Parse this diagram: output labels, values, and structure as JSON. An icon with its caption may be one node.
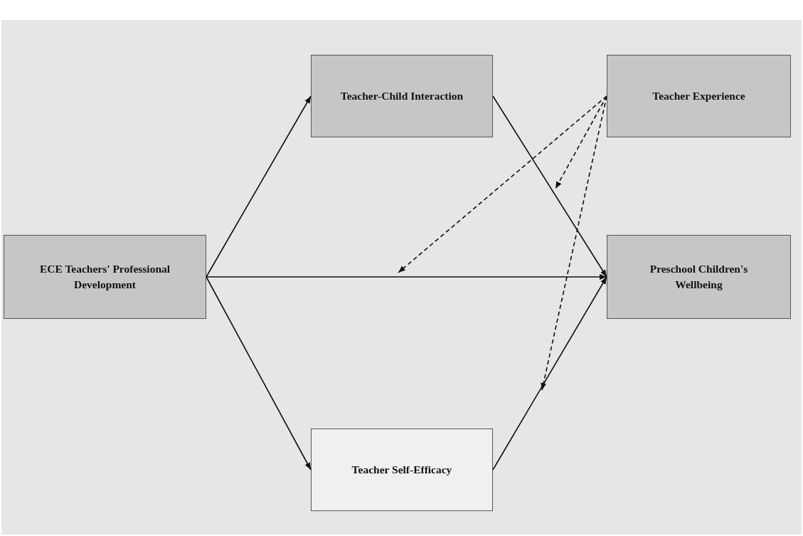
{
  "diagram": {
    "nodes": [
      {
        "text": [
          "ECE Teachers' Professional Development"
        ]
      },
      {
        "text": [
          "Teacher-Child Interaction"
        ]
      },
      {
        "text": [
          "Teacher Experience"
        ]
      },
      {
        "text": [
          "Preschool Children's Wellbeing"
        ]
      },
      {
        "text": [
          "Teacher Self-Efficacy"
        ]
      }
    ],
    "edges": [
      {
        "from": 0,
        "to": 1,
        "arrow": "to"
      },
      {
        "from": 0,
        "to": 3,
        "arrow": "to"
      },
      {
        "from": 0,
        "to": 4,
        "arrow": "to"
      },
      {
        "from": 1,
        "to": 3,
        "arrow": "to"
      },
      {
        "from": 4,
        "to": 3,
        "arrow": "to"
      },
      {
        "from": 2,
        "to": null,
        "arrow": "to",
        "style": "dashed"
      },
      {
        "from": 2,
        "to": null,
        "arrow": "to",
        "style": "dashed"
      },
      {
        "from": 2,
        "to": null,
        "arrow": "to",
        "style": "dashed"
      }
    ]
  }
}
